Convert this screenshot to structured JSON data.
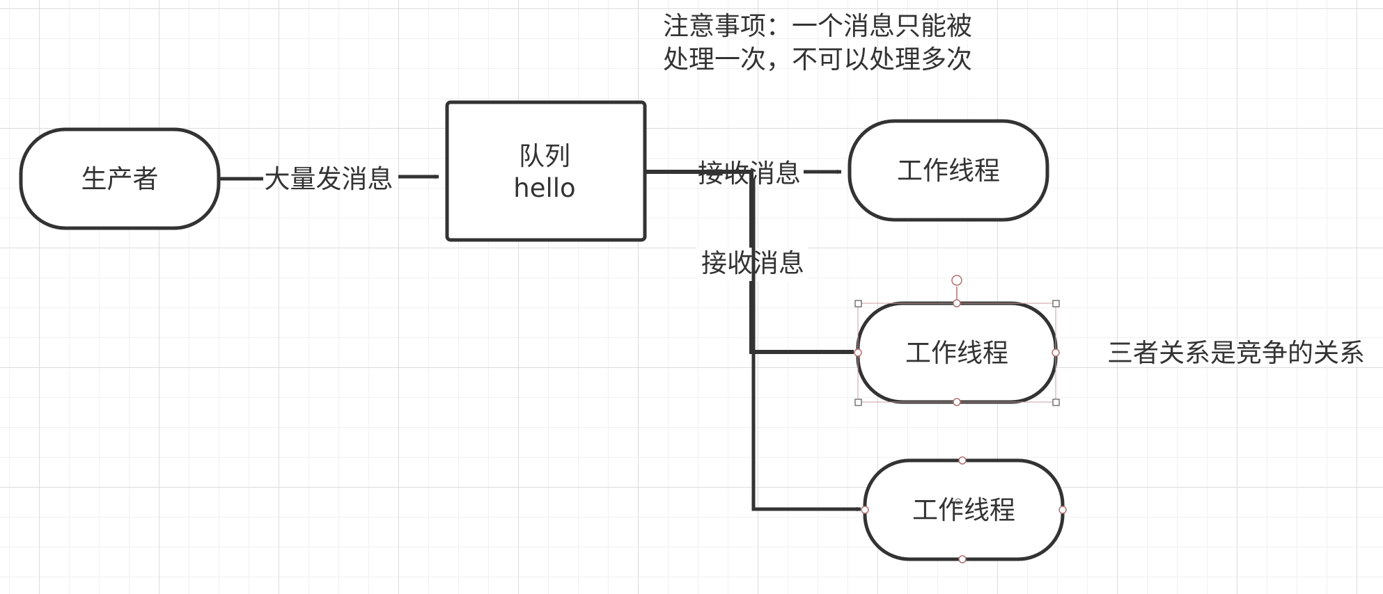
{
  "note": {
    "line1": "注意事项：一个消息只能被",
    "line2": "处理一次，不可以处理多次"
  },
  "producer": {
    "label": "生产者"
  },
  "send_edge": {
    "label": "大量发消息"
  },
  "queue": {
    "line1": "队列",
    "line2": "hello"
  },
  "receive_edges": [
    {
      "label": "接收消息"
    },
    {
      "label": "接收消息"
    }
  ],
  "workers": [
    {
      "label": "工作线程"
    },
    {
      "label": "工作线程"
    },
    {
      "label": "工作线程"
    }
  ],
  "side_note": "三者关系是竞争的关系",
  "colors": {
    "stroke": "#333333",
    "grid_major": "#dcdcdc",
    "grid_minor": "#f1f1f1",
    "selection_handle": "#b07070"
  }
}
